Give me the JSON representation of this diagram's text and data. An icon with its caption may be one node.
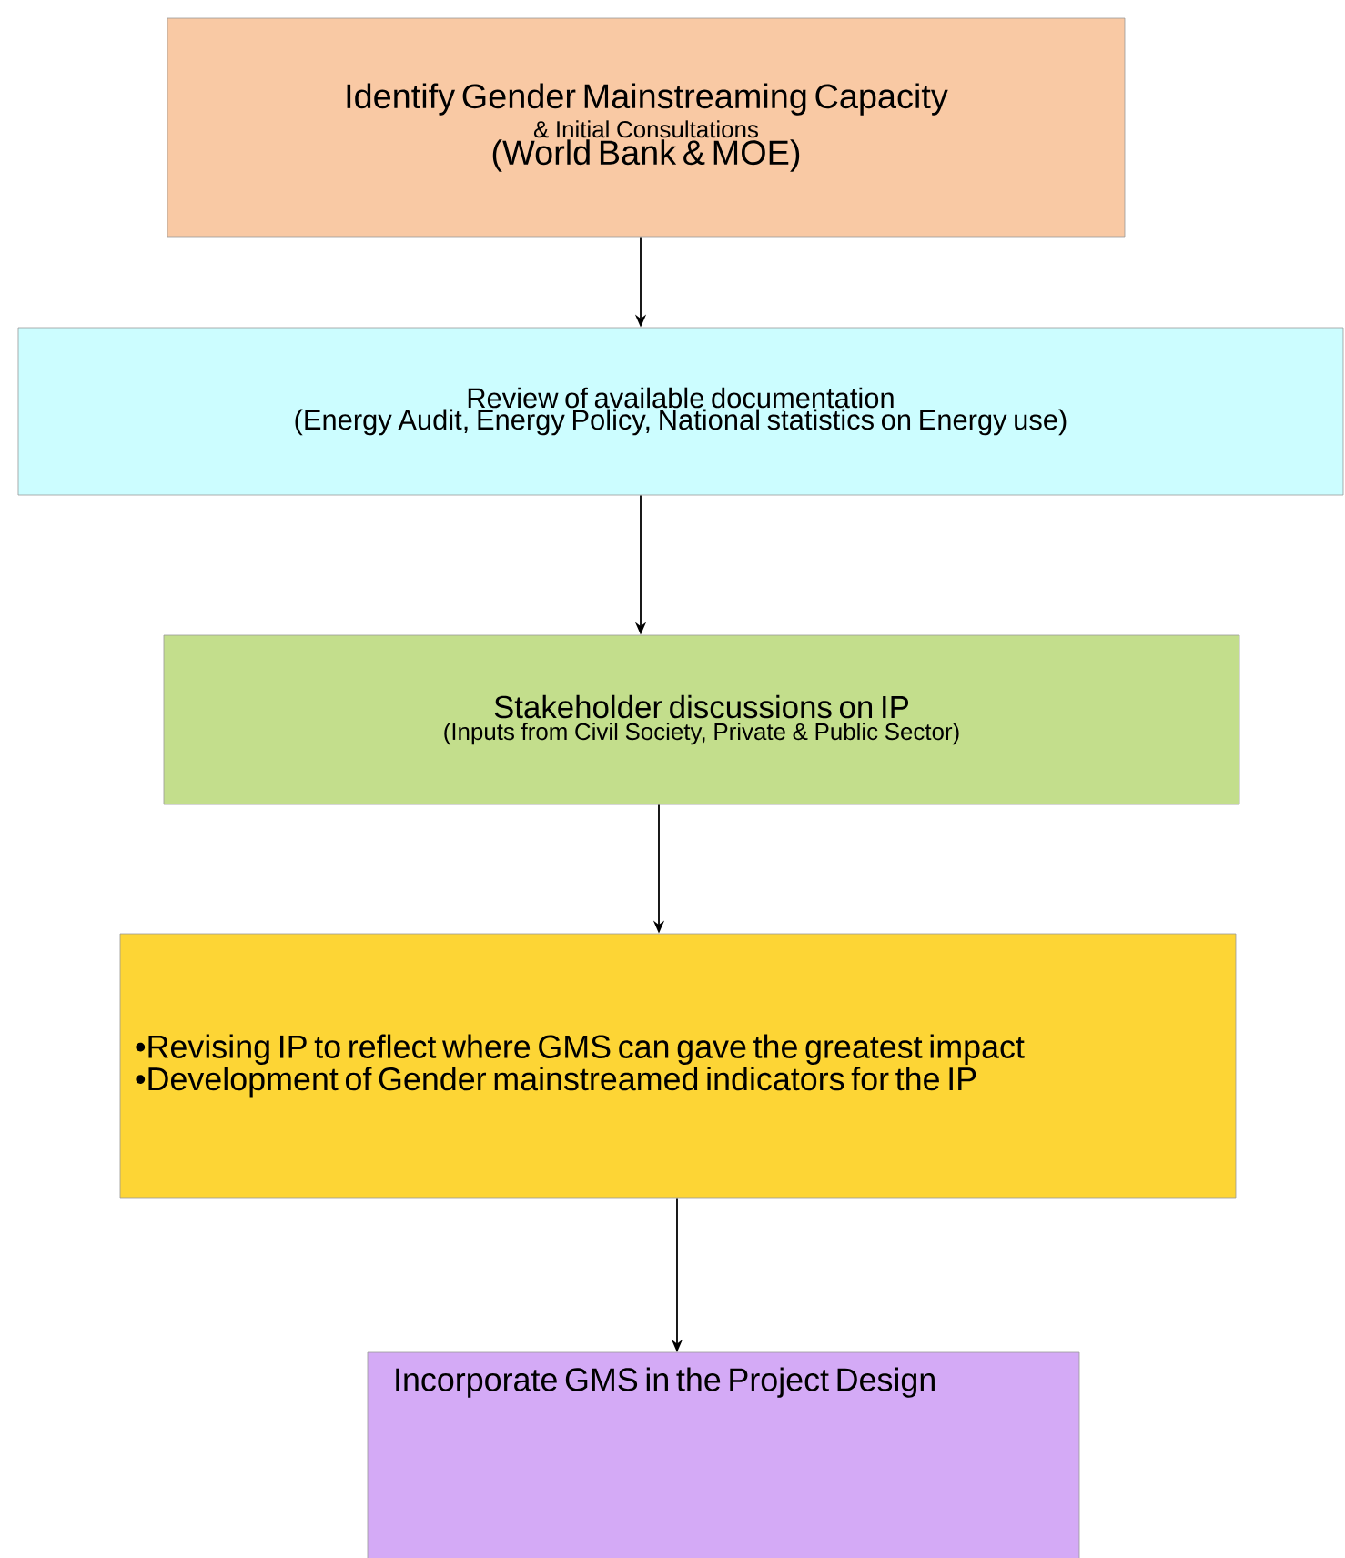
{
  "diagram": {
    "nodes": [
      {
        "text": [
          "Identify Gender Mainstreaming Capacity",
          "& Initial Consultations",
          "(World Bank & MOE)"
        ]
      },
      {
        "text": [
          "Review of available documentation",
          "(Energy Audit, Energy Policy, National statistics on Energy use)"
        ]
      },
      {
        "text": [
          "Stakeholder discussions on IP",
          "(Inputs from Civil Society, Private & Public Sector)"
        ]
      },
      {
        "text": [
          "•Revising IP to reflect where GMS can gave the greatest impact",
          "•Development of Gender mainstreamed indicators for the IP"
        ]
      },
      {
        "text": [
          "Incorporate GMS in the Project Design"
        ]
      }
    ],
    "edges": [
      {
        "from": 0,
        "to": 1,
        "arrow": "to"
      },
      {
        "from": 1,
        "to": 2,
        "arrow": "to"
      },
      {
        "from": 2,
        "to": 3,
        "arrow": "to"
      },
      {
        "from": 3,
        "to": 4,
        "arrow": "to"
      }
    ]
  }
}
